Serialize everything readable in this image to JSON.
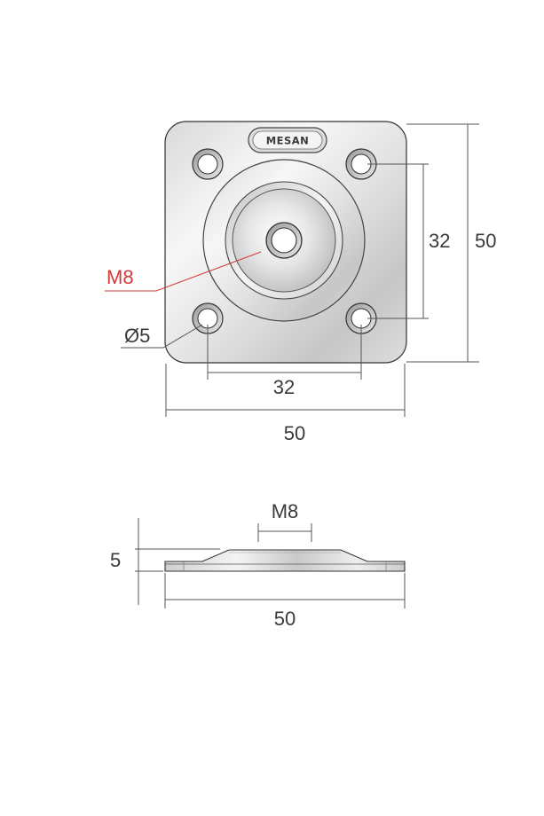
{
  "brand": {
    "logo_text": "MESAN"
  },
  "top_view": {
    "thread_label": "M8",
    "hole_label": "Ø5",
    "hole_spacing_vertical": "32",
    "plate_height": "50",
    "hole_spacing_horizontal": "32",
    "plate_width": "50"
  },
  "side_view": {
    "thread_label": "M8",
    "thickness": "5",
    "width": "50"
  },
  "colors": {
    "annotation_red": "#d23a3a",
    "dimension_gray": "#3a3a3a",
    "metal_light": "#f2f2f2",
    "metal_dark": "#b9b9b9"
  }
}
